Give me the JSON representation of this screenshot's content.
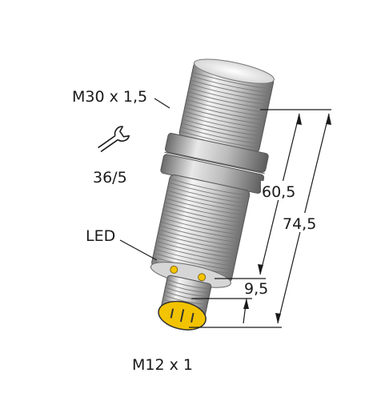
{
  "labels": {
    "thread": "M30 x 1,5",
    "wrench_size": "36/5",
    "led": "LED",
    "connector": "M12 x 1"
  },
  "dimensions": {
    "length_a": "60,5",
    "length_b": "74,5",
    "length_c": "9,5"
  },
  "colors": {
    "body_light": "#eeeeee",
    "body_dark": "#8a8a8a",
    "led_yellow": "#f5c400",
    "connector_yellow": "#f2c300",
    "line": "#1a1a1a"
  },
  "icons": [
    "wrench-icon"
  ]
}
